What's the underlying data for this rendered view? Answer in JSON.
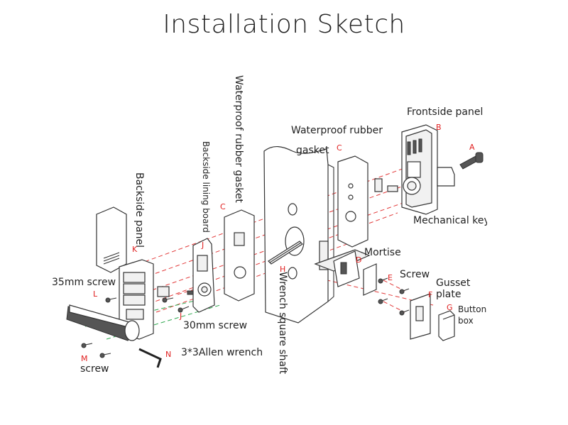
{
  "title": "Installation Sketch",
  "colors": {
    "letter": "#e02020",
    "dash_red": "#e23a3a",
    "dash_green": "#2fa84f",
    "line": "#333333"
  },
  "labels": {
    "frontside_panel": "Frontside panel",
    "waterproof_rubber": "Waterproof rubber",
    "gasket": "gasket",
    "mechanical_key": "Mechanical key",
    "mortise": "Mortise",
    "screw_e": "Screw",
    "gusset_plate_1": "Gusset",
    "gusset_plate_2": "plate",
    "button_box_1": "Button",
    "button_box_2": "box",
    "screw_35": "35mm screw",
    "screw_30": "30mm screw",
    "allen_wrench": "3*3Allen wrench",
    "screw_m": "screw",
    "backside_panel": "Backside panel",
    "backside_lining_board": "Backside lining board",
    "waterproof_rubber_gasket": "Waterproof rubber gasket",
    "wrench_square_shaft": "Wrench square shaft"
  },
  "letters": {
    "a": "A",
    "b": "B",
    "c1": "C",
    "c2": "C",
    "d": "D",
    "e": "E",
    "f": "F",
    "g": "G",
    "h": "H",
    "j1": "J",
    "j2": "J",
    "k": "K",
    "l": "L",
    "m": "M",
    "n": "N"
  },
  "icons": {
    "frontside_panel": "keypad-lock-front-panel-icon",
    "mechanical_key": "key-icon",
    "waterproof_gasket_front": "gasket-icon",
    "door": "door-slab-icon",
    "wrench_shaft": "square-shaft-icon",
    "mortise": "mortise-latch-icon",
    "gusset_plate": "strike-plate-icon",
    "button_box": "strike-box-icon",
    "waterproof_gasket_back": "gasket-icon",
    "backside_lining_board": "lining-board-icon",
    "backside_panel": "battery-cover-icon",
    "lock_body_back": "lock-back-body-icon",
    "handle": "lever-handle-icon",
    "allen_wrench": "allen-wrench-icon",
    "screws": "screw-icon"
  }
}
